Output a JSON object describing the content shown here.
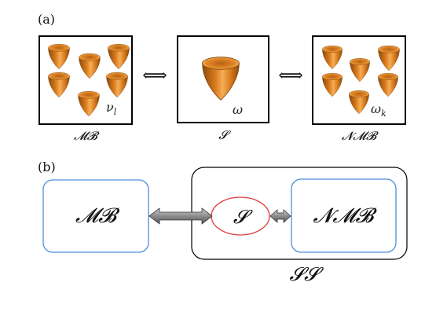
{
  "panel_a": {
    "label": "(a)",
    "left_box": {
      "symbol": "ν",
      "subscript": "l",
      "caption": "𝓜𝓑"
    },
    "center_box": {
      "symbol": "ω",
      "caption": "𝓢"
    },
    "right_box": {
      "symbol": "ω",
      "subscript": "k",
      "caption": "𝓝𝓜𝓑"
    },
    "equivalence_glyph": "⟺"
  },
  "panel_b": {
    "label": "(b)",
    "left_node": "𝓜𝓑",
    "center_node": "𝓢",
    "right_node": "𝓝𝓜𝓑",
    "container_label": "𝓢𝓢"
  },
  "colors": {
    "well_dark": "#8a4a0c",
    "well_mid": "#d97a1c",
    "well_light": "#f7b25a",
    "blue_box": "#4f8fd6",
    "red_ellipse": "#e23a3a",
    "arrow_fill": "#8c8c8c"
  }
}
